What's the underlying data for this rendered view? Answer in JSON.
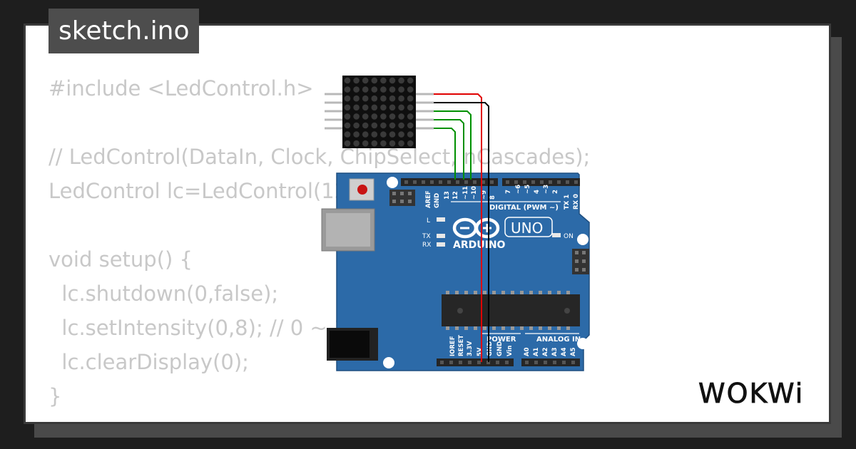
{
  "file_tab": {
    "name": "sketch.ino"
  },
  "code": {
    "lines": [
      "#include <LedControl.h>",
      "",
      "// LedControl(DataIn, Clock, ChipSelect, nCascades);",
      "LedControl lc=LedControl(12, 11, 10, 1);",
      "",
      "void setup() {",
      "  lc.shutdown(0,false);",
      "  lc.setIntensity(0,8); // 0 ~ 15",
      "  lc.clearDisplay(0);",
      "}"
    ]
  },
  "board": {
    "brand": "ARDUINO",
    "model": "UNO",
    "digital_header_label": "DIGITAL (PWM ~)",
    "digital_pins": [
      "AREF",
      "GND",
      "13",
      "12",
      "~11",
      "~10",
      "~9",
      "8",
      "7",
      "~6",
      "~5",
      "4",
      "~3",
      "2",
      "TX 1",
      "RX 0"
    ],
    "power_header_label": "POWER",
    "power_pins": [
      "IOREF",
      "RESET",
      "3.3V",
      "5V",
      "GND",
      "GND",
      "Vin"
    ],
    "analog_header_label": "ANALOG IN",
    "analog_pins": [
      "A0",
      "A1",
      "A2",
      "A3",
      "A4",
      "A5"
    ],
    "led_labels": {
      "l": "L",
      "tx": "TX",
      "rx": "RX",
      "on": "ON"
    }
  },
  "wire_colors": {
    "vcc": "#e00000",
    "gnd": "#000000",
    "signal": "#009000"
  },
  "branding": {
    "logo": "WOKWi"
  }
}
